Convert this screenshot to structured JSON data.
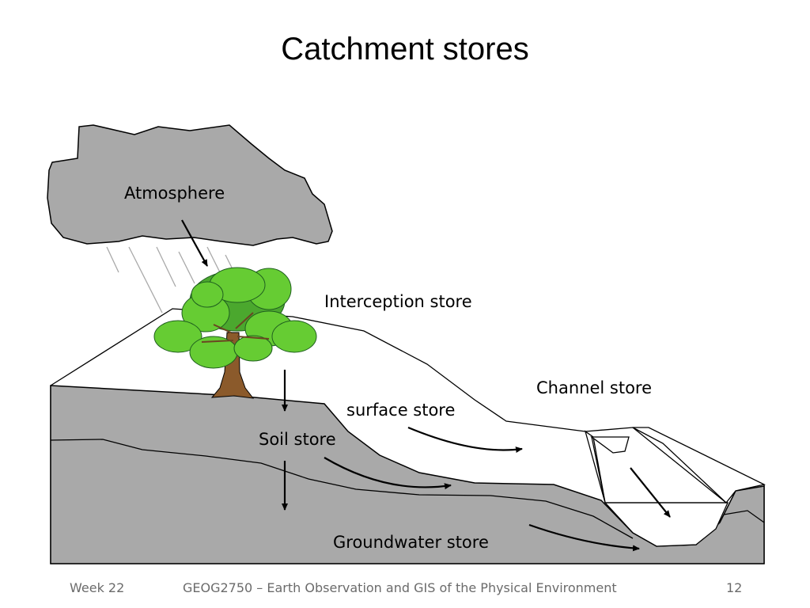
{
  "slide": {
    "title": "Catchment stores"
  },
  "diagram": {
    "labels": {
      "atmosphere": "Atmosphere",
      "interception": "Interception store",
      "channel": "Channel store",
      "surface": "surface store",
      "soil": "Soil store",
      "groundwater": "Groundwater store"
    },
    "colors": {
      "cloud": "#a9a9a9",
      "ground": "#a9a9a9",
      "leaf": "#66cc33",
      "leaf_dark": "#339922",
      "trunk": "#8b5a2b",
      "outline": "#000000"
    }
  },
  "footer": {
    "week": "Week 22",
    "course": "GEOG2750 – Earth Observation and GIS of the Physical Environment",
    "page": "12"
  }
}
